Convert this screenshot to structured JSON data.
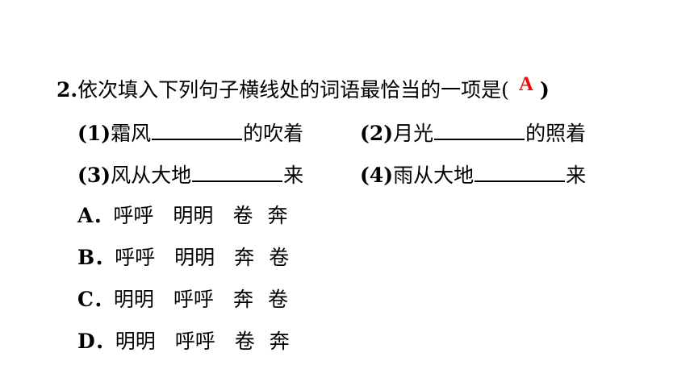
{
  "question": {
    "number": "2.",
    "stem": "依次填入下列句子横线处的词语最恰当的一项是(",
    "answer": "A",
    "close_paren": ")"
  },
  "sentences": [
    {
      "label": "(1)",
      "before": "霜风",
      "after": "的吹着"
    },
    {
      "label": "(2)",
      "before": "月光",
      "after": "的照着"
    },
    {
      "label": "(3)",
      "before": "风从大地",
      "after": "来"
    },
    {
      "label": "(4)",
      "before": "雨从大地",
      "after": "来"
    }
  ],
  "options": [
    {
      "letter": "A．",
      "words": [
        "呼呼",
        "明明",
        "卷",
        "奔"
      ]
    },
    {
      "letter": "B．",
      "words": [
        "呼呼",
        "明明",
        "奔",
        "卷"
      ]
    },
    {
      "letter": "C．",
      "words": [
        "明明",
        "呼呼",
        "奔",
        "卷"
      ]
    },
    {
      "letter": "D．",
      "words": [
        "明明",
        "呼呼",
        "卷",
        "奔"
      ]
    }
  ],
  "colors": {
    "answer": "#ff0000",
    "text": "#000000"
  }
}
